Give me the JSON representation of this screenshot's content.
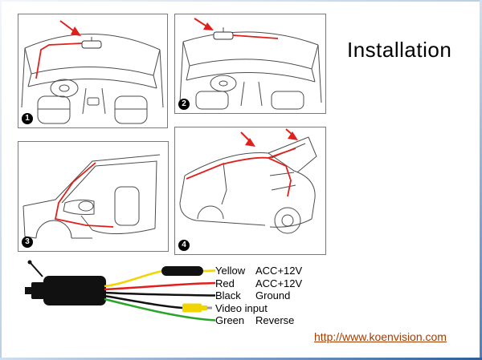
{
  "slide": {
    "title": "Installation",
    "link": "http://www.koenvision.com"
  },
  "steps": [
    {
      "number": "1"
    },
    {
      "number": "2"
    },
    {
      "number": "3"
    },
    {
      "number": "4"
    }
  ],
  "wiring": [
    {
      "name": "Yellow",
      "function": "ACC+12V"
    },
    {
      "name": "Red",
      "function": "ACC+12V"
    },
    {
      "name": "Black",
      "function": "Ground"
    },
    {
      "name": "Video input",
      "function": ""
    },
    {
      "name": "Green",
      "function": "Reverse"
    }
  ],
  "colors": {
    "cable_red": "#e0201c",
    "wire_yellow": "#f0d500",
    "wire_red": "#e0201c",
    "wire_black": "#111111",
    "wire_green": "#2aa52a",
    "link_text": "#a33c00",
    "frame_blue": "#2e5f9b"
  }
}
